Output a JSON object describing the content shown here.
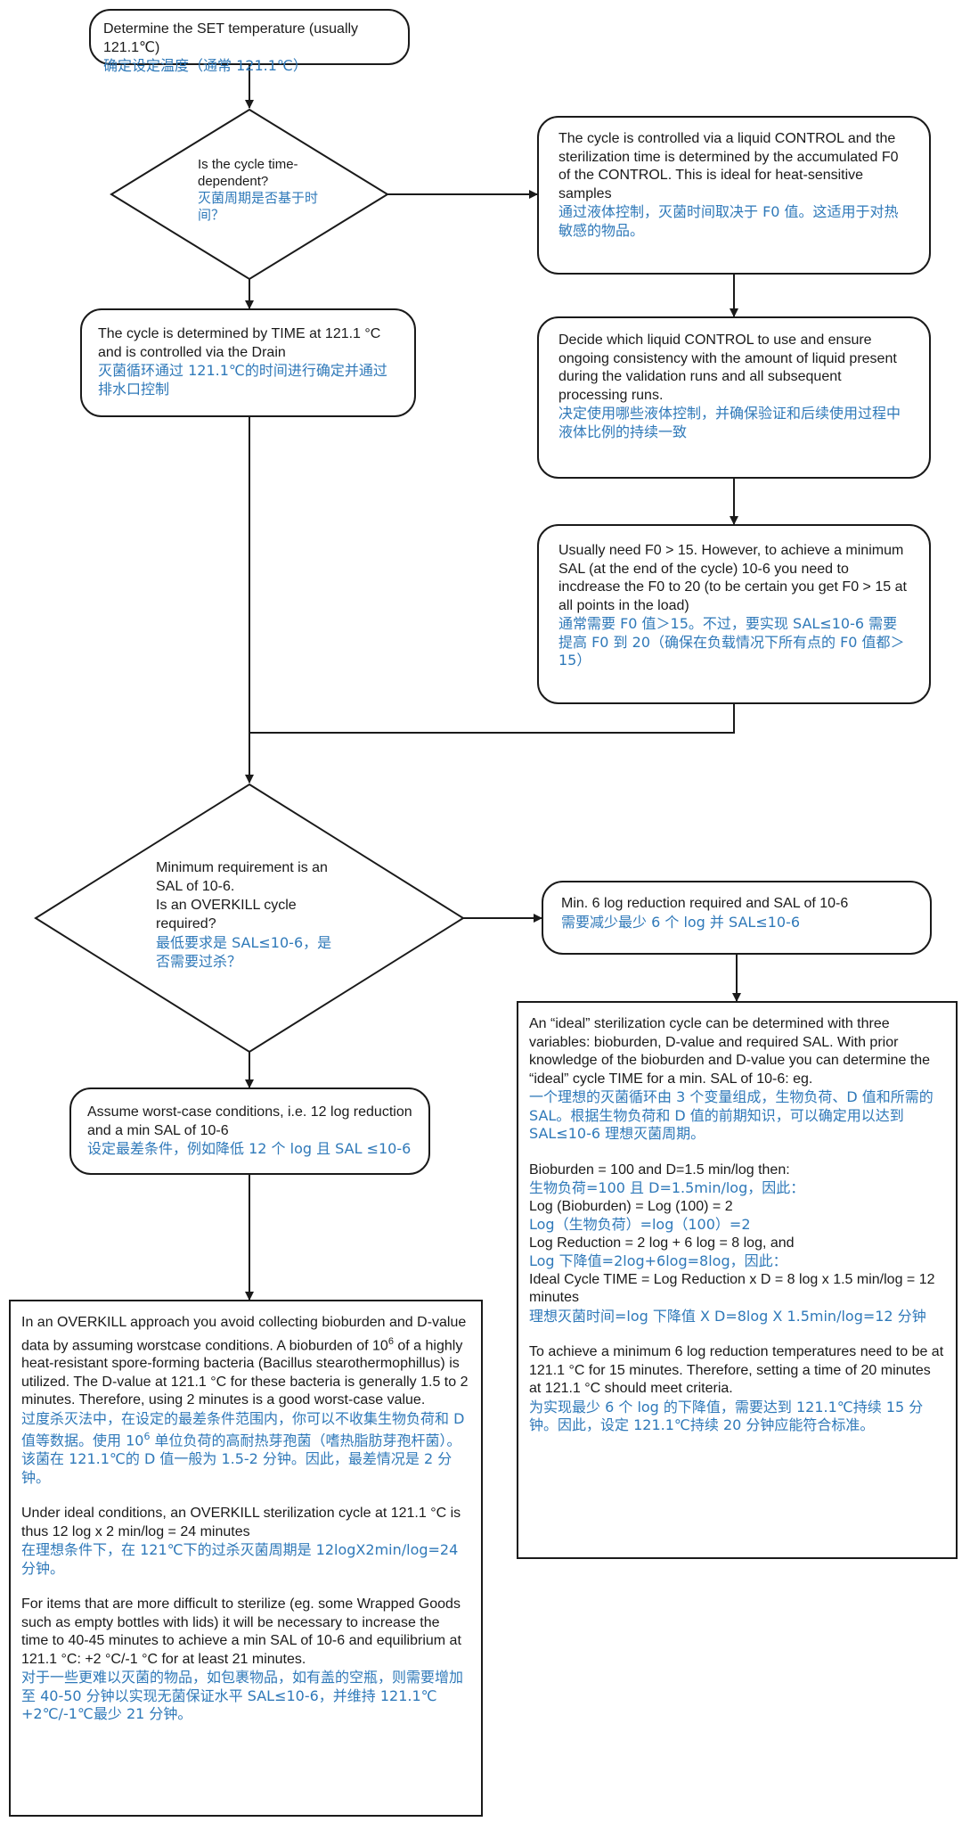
{
  "start": {
    "en": "Determine the SET temperature (usually 121.1℃)",
    "zh": "确定设定温度（通常 121.1℃）"
  },
  "decision_time": {
    "en": "Is the cycle time-dependent?",
    "zh": "灭菌周期是否基于时间？"
  },
  "time_box": {
    "en": "The cycle is determined by TIME at 121.1 °C and is controlled via the Drain",
    "zh": "灭菌循环通过 121.1℃的时间进行确定并通过排水口控制"
  },
  "control_box": {
    "en": "The cycle is controlled via a liquid CONTROL and the sterilization time is determined by the accumulated F0 of the CONTROL. This is ideal for heat-sensitive samples",
    "zh": "通过液体控制，灭菌时间取决于 F0 值。这适用于对热敏感的物品。"
  },
  "decide_box": {
    "en": "Decide which liquid CONTROL to use and ensure ongoing consistency with the amount of liquid present during the validation runs and all subsequent processing runs.",
    "zh": "决定使用哪些液体控制，并确保验证和后续使用过程中液体比例的持续一致"
  },
  "f0_box": {
    "en": "Usually need F0 > 15. However, to achieve a minimum SAL (at the end of the cycle) 10-6 you need to incdrease the F0 to 20 (to be certain you get F0 > 15 at all points in the load)",
    "zh": "通常需要 F0 值＞15。不过，要实现 SAL≤10-6 需要提高 F0 到 20（确保在负载情况下所有点的 F0 值都＞15）"
  },
  "decision_overkill": {
    "en1": "Minimum requirement is an SAL of 10-6.",
    "en2": "Is an OVERKILL cycle required?",
    "zh": "最低要求是 SAL≤10-6，是否需要过杀？"
  },
  "min6_box": {
    "en": "Min. 6 log reduction required and SAL of 10-6",
    "zh": "需要减少最少 6 个 log 并 SAL≤10-6"
  },
  "worst_box": {
    "en": "Assume worst-case conditions, i.e. 12 log reduction and a min SAL of 10-6",
    "zh": "设定最差条件，例如降低 12 个 log 且 SAL ≤10-6"
  },
  "ideal_box": {
    "p1_en": "An “ideal” sterilization cycle can be determined with three variables: bioburden, D-value and required SAL. With prior knowledge of the bioburden and D-value you can determine the “ideal” cycle TIME for a min. SAL of 10-6: eg.",
    "p1_zh": "一个理想的灭菌循环由 3 个变量组成，生物负荷、D 值和所需的 SAL。根据生物负荷和 D 值的前期知识，可以确定用以达到 SAL≤10-6 理想灭菌周期。",
    "l1_en": "Bioburden = 100 and D=1.5 min/log then:",
    "l1_zh": "生物负荷=100 且 D=1.5min/log，因此：",
    "l2_en": "Log (Bioburden) = Log (100) = 2",
    "l2_zh": "Log（生物负荷）=log（100）=2",
    "l3_en": "Log Reduction = 2 log + 6 log = 8 log, and",
    "l3_zh": "Log 下降值=2log+6log=8log，因此：",
    "l4_en": "Ideal Cycle TIME = Log Reduction x D = 8 log x 1.5 min/log = 12 minutes",
    "l4_zh": "理想灭菌时间=log 下降值 X D=8log X 1.5min/log=12 分钟",
    "p3_en": "To achieve a minimum 6 log reduction temperatures need to be at 121.1 °C for 15 minutes. Therefore, setting a time of 20 minutes at 121.1 °C should meet criteria.",
    "p3_zh": "为实现最少 6 个 log 的下降值，需要达到 121.1℃持续 15 分钟。因此，设定 121.1℃持续 20 分钟应能符合标准。"
  },
  "overkill_box": {
    "p1_en_a": "In an OVERKILL approach you avoid collecting bioburden and D-value data by assuming worstcase conditions. A bioburden of ",
    "p1_base": "10",
    "p1_exp": "6",
    "p1_en_b": " of a highly heat-resistant spore-forming bacteria (Bacillus stearothermophillus) is utilized. The D-value at 121.1 °C for these bacteria is generally 1.5 to 2 minutes. Therefore, using 2 minutes is a good worst-case value.",
    "p1_zh_a": "过度杀灭法中，在设定的最差条件范围内，你可以不收集生物负荷和 D 值等数据。使用 ",
    "p1_zh_b": " 单位负荷的高耐热芽孢菌（嗜热脂肪芽孢杆菌）。该菌在 121.1℃的 D 值一般为 1.5-2 分钟。因此，最差情况是 2 分钟。",
    "p2_en": "Under ideal conditions, an OVERKILL sterilization cycle at 121.1 °C is thus 12 log x 2 min/log = 24 minutes",
    "p2_zh": "在理想条件下，在 121℃下的过杀灭菌周期是 12logX2min/log=24 分钟。",
    "p3_en": "For items that are more difficult to sterilize (eg. some Wrapped Goods such as empty bottles with lids) it will be necessary to increase the time to 40-45 minutes to achieve a min SAL of 10-6 and equilibrium at 121.1 °C: +2 °C/-1 °C for at least 21 minutes.",
    "p3_zh": "对于一些更难以灭菌的物品，如包裹物品，如有盖的空瓶，则需要增加至 40-50 分钟以实现无菌保证水平 SAL≤10-6，并维持 121.1℃+2℃/-1℃最少 21 分钟。"
  }
}
